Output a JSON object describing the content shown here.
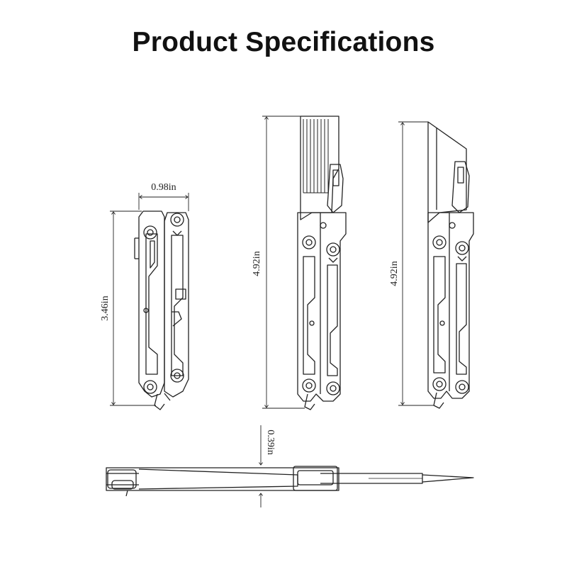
{
  "title": "Product Specifications",
  "dimensions": {
    "width_folded": "0.98in",
    "length_folded": "3.46in",
    "length_comb_open": "4.92in",
    "length_blade_open": "4.92in",
    "thickness": "0.39in"
  },
  "colors": {
    "ink": "#222222",
    "background": "#ffffff"
  }
}
